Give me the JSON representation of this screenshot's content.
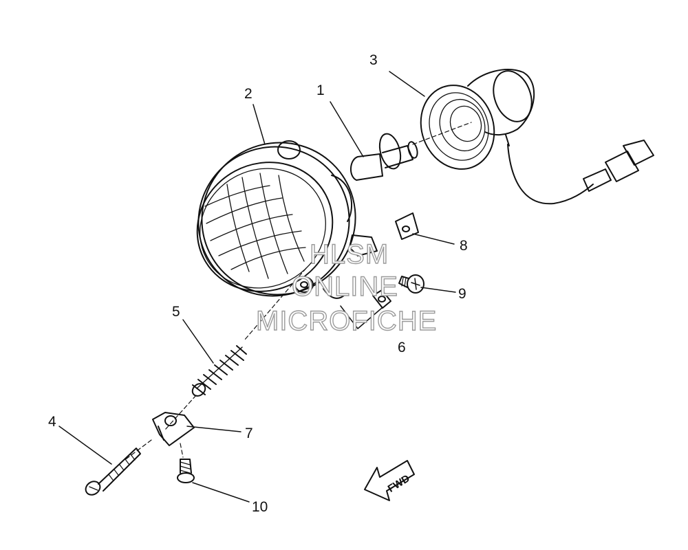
{
  "diagram": {
    "callouts": [
      {
        "id": "c1",
        "label": "1"
      },
      {
        "id": "c2",
        "label": "2"
      },
      {
        "id": "c3",
        "label": "3"
      },
      {
        "id": "c4",
        "label": "4"
      },
      {
        "id": "c5",
        "label": "5"
      },
      {
        "id": "c6",
        "label": "6"
      },
      {
        "id": "c7",
        "label": "7"
      },
      {
        "id": "c8",
        "label": "8"
      },
      {
        "id": "c9",
        "label": "9"
      },
      {
        "id": "c10",
        "label": "10"
      }
    ],
    "fwd_label": "FWD"
  },
  "watermark": {
    "line1": "HLSM",
    "line2": "ONLINE",
    "line3": "MICROFICHE"
  },
  "colors": {
    "line": "#111111",
    "background": "#ffffff",
    "watermark_outline": "#9a9a9a"
  }
}
